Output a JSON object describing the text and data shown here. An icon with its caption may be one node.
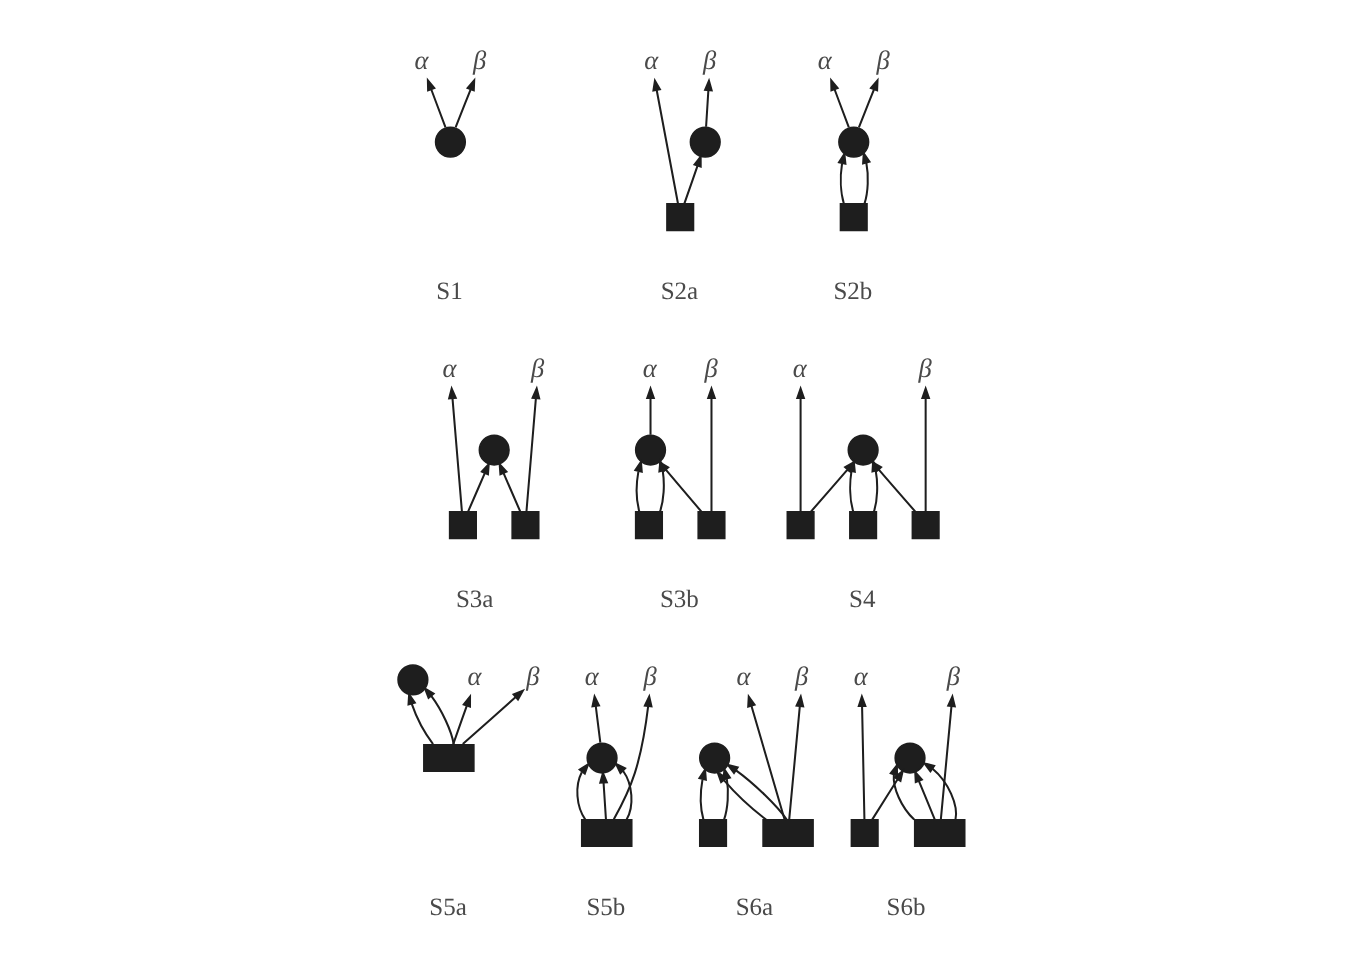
{
  "diagram": {
    "nodes": [
      {
        "text": [
          "α"
        ]
      },
      {
        "text": [
          "β"
        ]
      },
      {
        "text": [],
        "shape": "circle"
      },
      {
        "text": [
          "α"
        ]
      },
      {
        "text": [
          "β"
        ]
      },
      {
        "text": [],
        "shape": "circle"
      },
      {
        "text": [],
        "shape": "box"
      },
      {
        "text": [
          "α"
        ]
      },
      {
        "text": [
          "β"
        ]
      },
      {
        "text": [],
        "shape": "circle"
      },
      {
        "text": [],
        "shape": "box"
      },
      {
        "text": [
          "α"
        ]
      },
      {
        "text": [
          "β"
        ]
      },
      {
        "text": [],
        "shape": "circle"
      },
      {
        "text": [],
        "shape": "box"
      },
      {
        "text": [],
        "shape": "box"
      },
      {
        "text": [
          "α"
        ]
      },
      {
        "text": [
          "β"
        ]
      },
      {
        "text": [],
        "shape": "circle"
      },
      {
        "text": [],
        "shape": "box"
      },
      {
        "text": [],
        "shape": "box"
      },
      {
        "text": [
          "α"
        ]
      },
      {
        "text": [
          "β"
        ]
      },
      {
        "text": [],
        "shape": "circle"
      },
      {
        "text": [],
        "shape": "box"
      },
      {
        "text": [],
        "shape": "box"
      },
      {
        "text": [],
        "shape": "box"
      },
      {
        "text": [
          "α"
        ]
      },
      {
        "text": [
          "β"
        ]
      },
      {
        "text": [],
        "shape": "circle"
      },
      {
        "text": [],
        "shape": "box"
      },
      {
        "text": [
          "α"
        ]
      },
      {
        "text": [
          "β"
        ]
      },
      {
        "text": [],
        "shape": "circle"
      },
      {
        "text": [],
        "shape": "box"
      },
      {
        "text": [
          "α"
        ]
      },
      {
        "text": [
          "β"
        ]
      },
      {
        "text": [],
        "shape": "circle"
      },
      {
        "text": [],
        "shape": "box"
      },
      {
        "text": [],
        "shape": "box"
      },
      {
        "text": [
          "α"
        ]
      },
      {
        "text": [
          "β"
        ]
      },
      {
        "text": [],
        "shape": "circle"
      },
      {
        "text": [],
        "shape": "box"
      },
      {
        "text": [],
        "shape": "box"
      }
    ],
    "edges": [
      {
        "from": 2,
        "to": 0,
        "arrow": "to"
      },
      {
        "from": 2,
        "to": 1,
        "arrow": "to"
      },
      {
        "from": 6,
        "to": 3,
        "arrow": "to"
      },
      {
        "from": 6,
        "to": 5,
        "arrow": "to"
      },
      {
        "from": 5,
        "to": 4,
        "arrow": "to"
      },
      {
        "from": 9,
        "to": 7,
        "arrow": "to"
      },
      {
        "from": 9,
        "to": 8,
        "arrow": "to"
      },
      {
        "from": 10,
        "to": 9,
        "arrow": "to"
      },
      {
        "from": 10,
        "to": 9,
        "arrow": "to"
      },
      {
        "from": 14,
        "to": 11,
        "arrow": "to"
      },
      {
        "from": 14,
        "to": 13,
        "arrow": "to"
      },
      {
        "from": 15,
        "to": 13,
        "arrow": "to"
      },
      {
        "from": 15,
        "to": 12,
        "arrow": "to"
      },
      {
        "from": 18,
        "to": 16,
        "arrow": "to"
      },
      {
        "from": 19,
        "to": 18,
        "arrow": "to"
      },
      {
        "from": 19,
        "to": 18,
        "arrow": "to"
      },
      {
        "from": 20,
        "to": 18,
        "arrow": "to"
      },
      {
        "from": 20,
        "to": 17,
        "arrow": "to"
      },
      {
        "from": 24,
        "to": 21,
        "arrow": "to"
      },
      {
        "from": 24,
        "to": 23,
        "arrow": "to"
      },
      {
        "from": 25,
        "to": 23,
        "arrow": "to"
      },
      {
        "from": 25,
        "to": 23,
        "arrow": "to"
      },
      {
        "from": 26,
        "to": 23,
        "arrow": "to"
      },
      {
        "from": 26,
        "to": 22,
        "arrow": "to"
      },
      {
        "from": 30,
        "to": 29,
        "arrow": "to"
      },
      {
        "from": 30,
        "to": 29,
        "arrow": "to"
      },
      {
        "from": 30,
        "to": 27,
        "arrow": "to"
      },
      {
        "from": 30,
        "to": 28,
        "arrow": "to"
      },
      {
        "from": 34,
        "to": 33,
        "arrow": "to"
      },
      {
        "from": 34,
        "to": 33,
        "arrow": "to"
      },
      {
        "from": 34,
        "to": 33,
        "arrow": "to"
      },
      {
        "from": 33,
        "to": 31,
        "arrow": "to"
      },
      {
        "from": 34,
        "to": 32,
        "arrow": "to"
      },
      {
        "from": 38,
        "to": 37,
        "arrow": "to"
      },
      {
        "from": 38,
        "to": 37,
        "arrow": "to"
      },
      {
        "from": 39,
        "to": 37,
        "arrow": "to"
      },
      {
        "from": 39,
        "to": 37,
        "arrow": "to"
      },
      {
        "from": 39,
        "to": 35,
        "arrow": "to"
      },
      {
        "from": 39,
        "to": 36,
        "arrow": "to"
      },
      {
        "from": 43,
        "to": 40,
        "arrow": "to"
      },
      {
        "from": 43,
        "to": 42,
        "arrow": "to"
      },
      {
        "from": 44,
        "to": 42,
        "arrow": "to"
      },
      {
        "from": 44,
        "to": 42,
        "arrow": "to"
      },
      {
        "from": 44,
        "to": 42,
        "arrow": "to"
      },
      {
        "from": 44,
        "to": 41,
        "arrow": "to"
      }
    ],
    "labels": [
      "S1",
      "S2a",
      "S2b",
      "S3a",
      "S3b",
      "S4",
      "S5a",
      "S5b",
      "S6a",
      "S6b"
    ]
  }
}
